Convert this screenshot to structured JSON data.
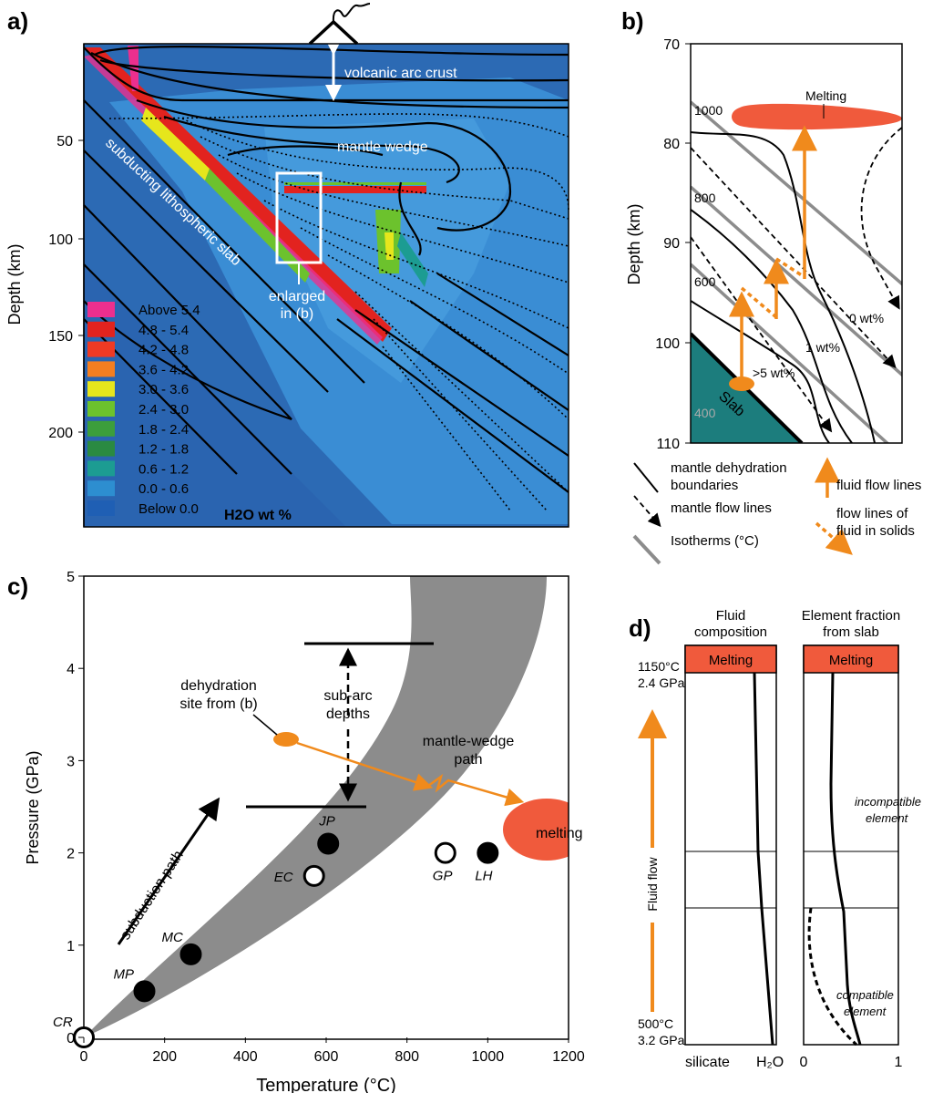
{
  "panel_a": {
    "label": "a)",
    "ylabel": "Depth (km)",
    "yticks": [
      "50",
      "100",
      "150",
      "200"
    ],
    "arc_crust": "volcanic arc crust",
    "mantle_wedge": "mantle wedge",
    "slab": "subducting lithospheric slab",
    "enlarged_1": "enlarged",
    "enlarged_2": "in (b)",
    "legend_title": "H2O wt %",
    "legend": [
      {
        "label": "Above 5.4",
        "color": "#ec2f8e"
      },
      {
        "label": "4.8 - 5.4",
        "color": "#e2231f"
      },
      {
        "label": "4.2 - 4.8",
        "color": "#ef3a24"
      },
      {
        "label": "3.6 - 4.2",
        "color": "#f47e20"
      },
      {
        "label": "3.0 - 3.6",
        "color": "#e6e61c"
      },
      {
        "label": "2.4 - 3.0",
        "color": "#6cc22d"
      },
      {
        "label": "1.8 - 2.4",
        "color": "#3c9e3c"
      },
      {
        "label": "1.2 - 1.8",
        "color": "#2a8a42"
      },
      {
        "label": "0.6 - 1.2",
        "color": "#1c9c92"
      },
      {
        "label": "0.0 - 0.6",
        "color": "#2d8ed0"
      },
      {
        "label": "Below 0.0",
        "color": "#1f5fb4"
      }
    ]
  },
  "panel_b": {
    "label": "b)",
    "ylabel": "Depth (km)",
    "yticks": [
      "70",
      "80",
      "90",
      "100",
      "110"
    ],
    "melting": "Melting",
    "isotherms": [
      "1000",
      "800",
      "600",
      "400"
    ],
    "wt0": "0 wt%",
    "wt1": "1 wt%",
    "wt5": ">5 wt%",
    "slab": "Slab",
    "legend": {
      "dehydration_1": "mantle dehydration",
      "dehydration_2": "boundaries",
      "flow": "mantle flow lines",
      "isotherms": "Isotherms (°C)",
      "fluid_flow": "fluid flow lines",
      "fluid_solids_1": "flow lines of",
      "fluid_solids_2": "fluid in solids"
    }
  },
  "panel_c": {
    "label": "c)",
    "ylabel": "Pressure (GPa)",
    "xlabel": "Temperature (°C)",
    "xticks": [
      "0",
      "200",
      "400",
      "600",
      "800",
      "1000",
      "1200"
    ],
    "yticks": [
      "0",
      "1",
      "2",
      "3",
      "4",
      "5"
    ],
    "dehydration_1": "dehydration",
    "dehydration_2": "site from (b)",
    "subarc_1": "sub-arc",
    "subarc_2": "depths",
    "wedge_1": "mantle-wedge",
    "wedge_2": "path",
    "subduction": "subduction path",
    "melting": "melting",
    "chart_data": {
      "type": "scatter",
      "xlabel": "Temperature (°C)",
      "ylabel": "Pressure (GPa)",
      "xlim": [
        0,
        1200
      ],
      "ylim": [
        0,
        5
      ],
      "points": [
        {
          "label": "CR",
          "x": 0,
          "y": 0,
          "filled": false
        },
        {
          "label": "MP",
          "x": 150,
          "y": 0.5,
          "filled": true
        },
        {
          "label": "MC",
          "x": 265,
          "y": 0.9,
          "filled": true
        },
        {
          "label": "EC",
          "x": 570,
          "y": 1.75,
          "filled": false
        },
        {
          "label": "JP",
          "x": 605,
          "y": 2.1,
          "filled": true
        },
        {
          "label": "GP",
          "x": 895,
          "y": 2.0,
          "filled": false
        },
        {
          "label": "LH",
          "x": 1000,
          "y": 2.0,
          "filled": true
        }
      ]
    }
  },
  "panel_d": {
    "label": "d)",
    "fluid_title_1": "Fluid",
    "fluid_title_2": "composition",
    "element_title_1": "Element fraction",
    "element_title_2": "from slab",
    "melting": "Melting",
    "top_temp": "1150°C",
    "top_press": "2.4 GPa",
    "bottom_temp": "500°C",
    "bottom_press": "3.2 GPa",
    "fluid_flow": "Fluid flow",
    "incompatible_1": "incompatible",
    "incompatible_2": "element",
    "compatible_1": "compatible",
    "compatible_2": "element",
    "silicate": "silicate",
    "h2o": "H₂O",
    "x0": "0",
    "x1": "1"
  },
  "colors": {
    "orange": "#f08a1c",
    "melt": "#f05a3c",
    "gray": "#8c8c8c",
    "slab_teal": "#1c7d7d",
    "ocean": "#2c6ab4"
  }
}
